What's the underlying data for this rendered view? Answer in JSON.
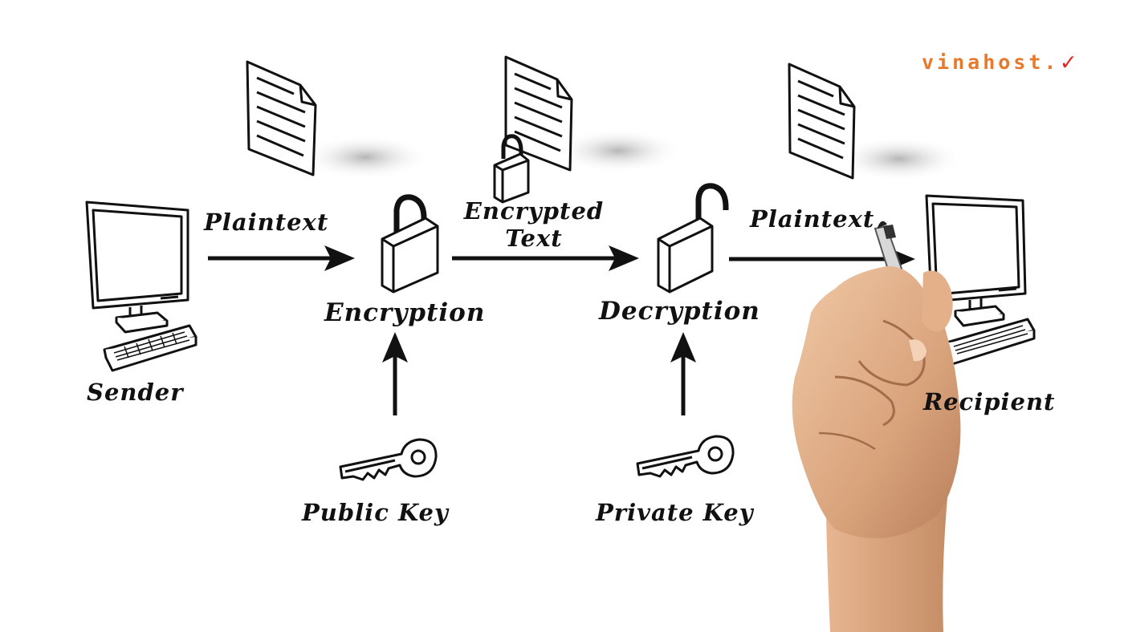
{
  "brand": {
    "name": "vinahost.",
    "mark": "✓",
    "name_color": "#e8792a",
    "mark_color": "#e02a2a"
  },
  "nodes": {
    "sender": "Sender",
    "encryption": "Encryption",
    "decryption": "Decryption",
    "recipient": "Recipient"
  },
  "flows": {
    "plaintext_in": "Plaintext",
    "encrypted_line1": "Encrypted",
    "encrypted_line2": "Text",
    "plaintext_out": "Plaintext"
  },
  "keys": {
    "public": "Public Key",
    "private": "Private Key"
  },
  "icons": [
    "computer-icon",
    "document-icon",
    "padlock-closed-icon",
    "padlock-open-icon",
    "key-icon",
    "keyboard-icon",
    "hand-with-marker"
  ]
}
